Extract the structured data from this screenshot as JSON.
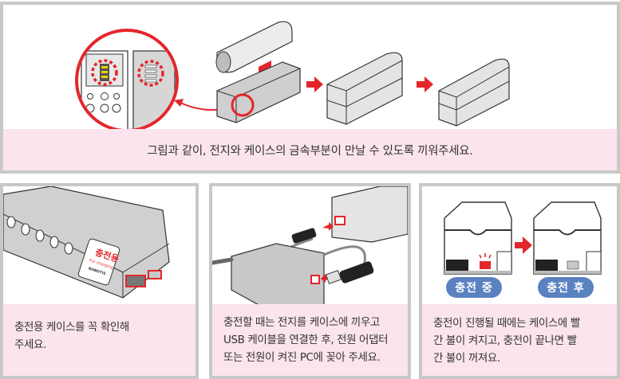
{
  "colors": {
    "accent_red": "#e3262b",
    "caption_bg": "#fbe4ee",
    "panel_border": "#c8c8c8",
    "badge_blue": "#5b82c0",
    "part_gray": "#c9c9c9"
  },
  "top_panel": {
    "caption": "그림과 같이, 전지와 케이스의 금속부분이 만날 수 있도록 끼워주세요.",
    "icons": [
      "magnified-contact-icon",
      "battery-icon",
      "insert-arrow-icon",
      "case-icon",
      "step-arrow-icon",
      "assembled-case-icon",
      "step-arrow-icon",
      "closed-case-icon"
    ]
  },
  "panels": [
    {
      "caption_lines": [
        "충전용 케이스를 꼭 확인해",
        "주세요."
      ],
      "label": {
        "title": "충전용",
        "subtitle": "For charging",
        "brand": "ROBOTIS"
      }
    },
    {
      "caption_lines": [
        "충전할 때는 전지를 케이스에 끼우고",
        "USB 케이블을 연결한 후, 전원 어댑터",
        "또는 전원이 켜진 PC에 꽂아 주세요."
      ]
    },
    {
      "caption_lines": [
        "충전이 진행될 때에는 케이스에 빨",
        "간 불이 켜지고, 충전이 끝나면 빨",
        "간 불이 꺼져요."
      ],
      "badges": [
        "충전 중",
        "충전 후"
      ]
    }
  ]
}
